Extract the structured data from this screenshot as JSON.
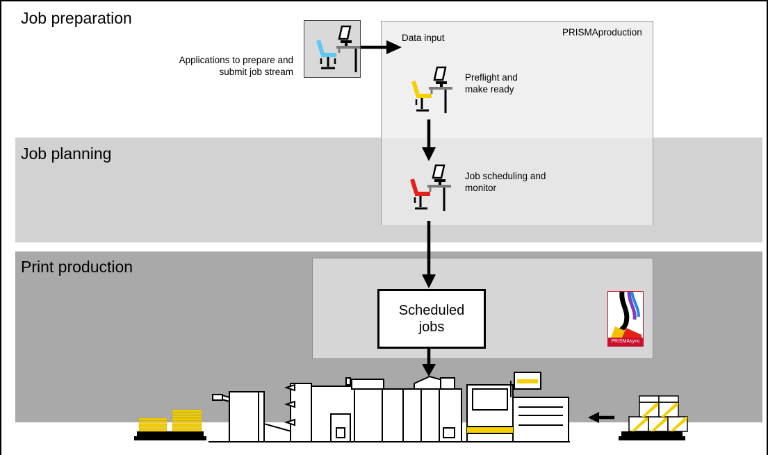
{
  "lanes": {
    "preparation": "Job preparation",
    "planning": "Job planning",
    "print": "Print production"
  },
  "prisma_box": {
    "title": "PRISMAproduction",
    "data_input": "Data input"
  },
  "applications": {
    "line1": "Applications to prepare and",
    "line2": "submit job stream"
  },
  "steps": {
    "preflight": {
      "line1": "Preflight and",
      "line2": "make ready",
      "chair_color": "#f5d000"
    },
    "scheduling": {
      "line1": "Job scheduling and",
      "line2": "monitor",
      "chair_color": "#e32119"
    }
  },
  "scheduled_jobs": "Scheduled jobs",
  "logo": {
    "label": "PRISMAsync"
  },
  "colors": {
    "app_chair": "#5ec8f2",
    "paper": "#f5d000",
    "planning_band": "#d2d2d2",
    "print_band": "#a9a9a9"
  }
}
